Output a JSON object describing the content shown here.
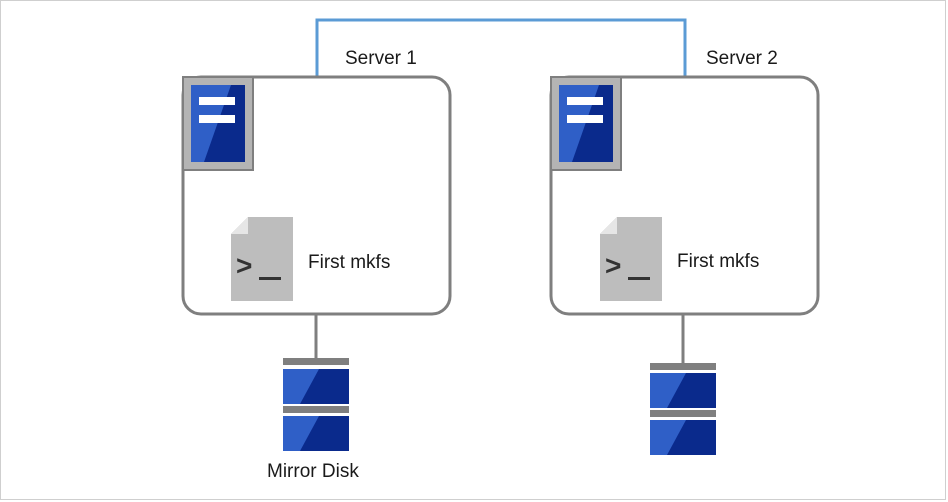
{
  "servers": [
    {
      "name": "Server 1",
      "script_label": "First mkfs",
      "disk_label": "Mirror Disk"
    },
    {
      "name": "Server 2",
      "script_label": "First mkfs",
      "disk_label": ""
    }
  ],
  "colors": {
    "network_line": "#5b9bd5",
    "box_border": "#7f7f7f",
    "server_icon_bg": "#2f5fc7",
    "server_icon_dark": "#0a2a8c",
    "icon_frame": "#b4b4b4",
    "script_icon": "#bdbdbd",
    "disk_cap": "#7f7f7f"
  },
  "icons": [
    "server-icon",
    "terminal-script-icon",
    "disk-icon"
  ]
}
